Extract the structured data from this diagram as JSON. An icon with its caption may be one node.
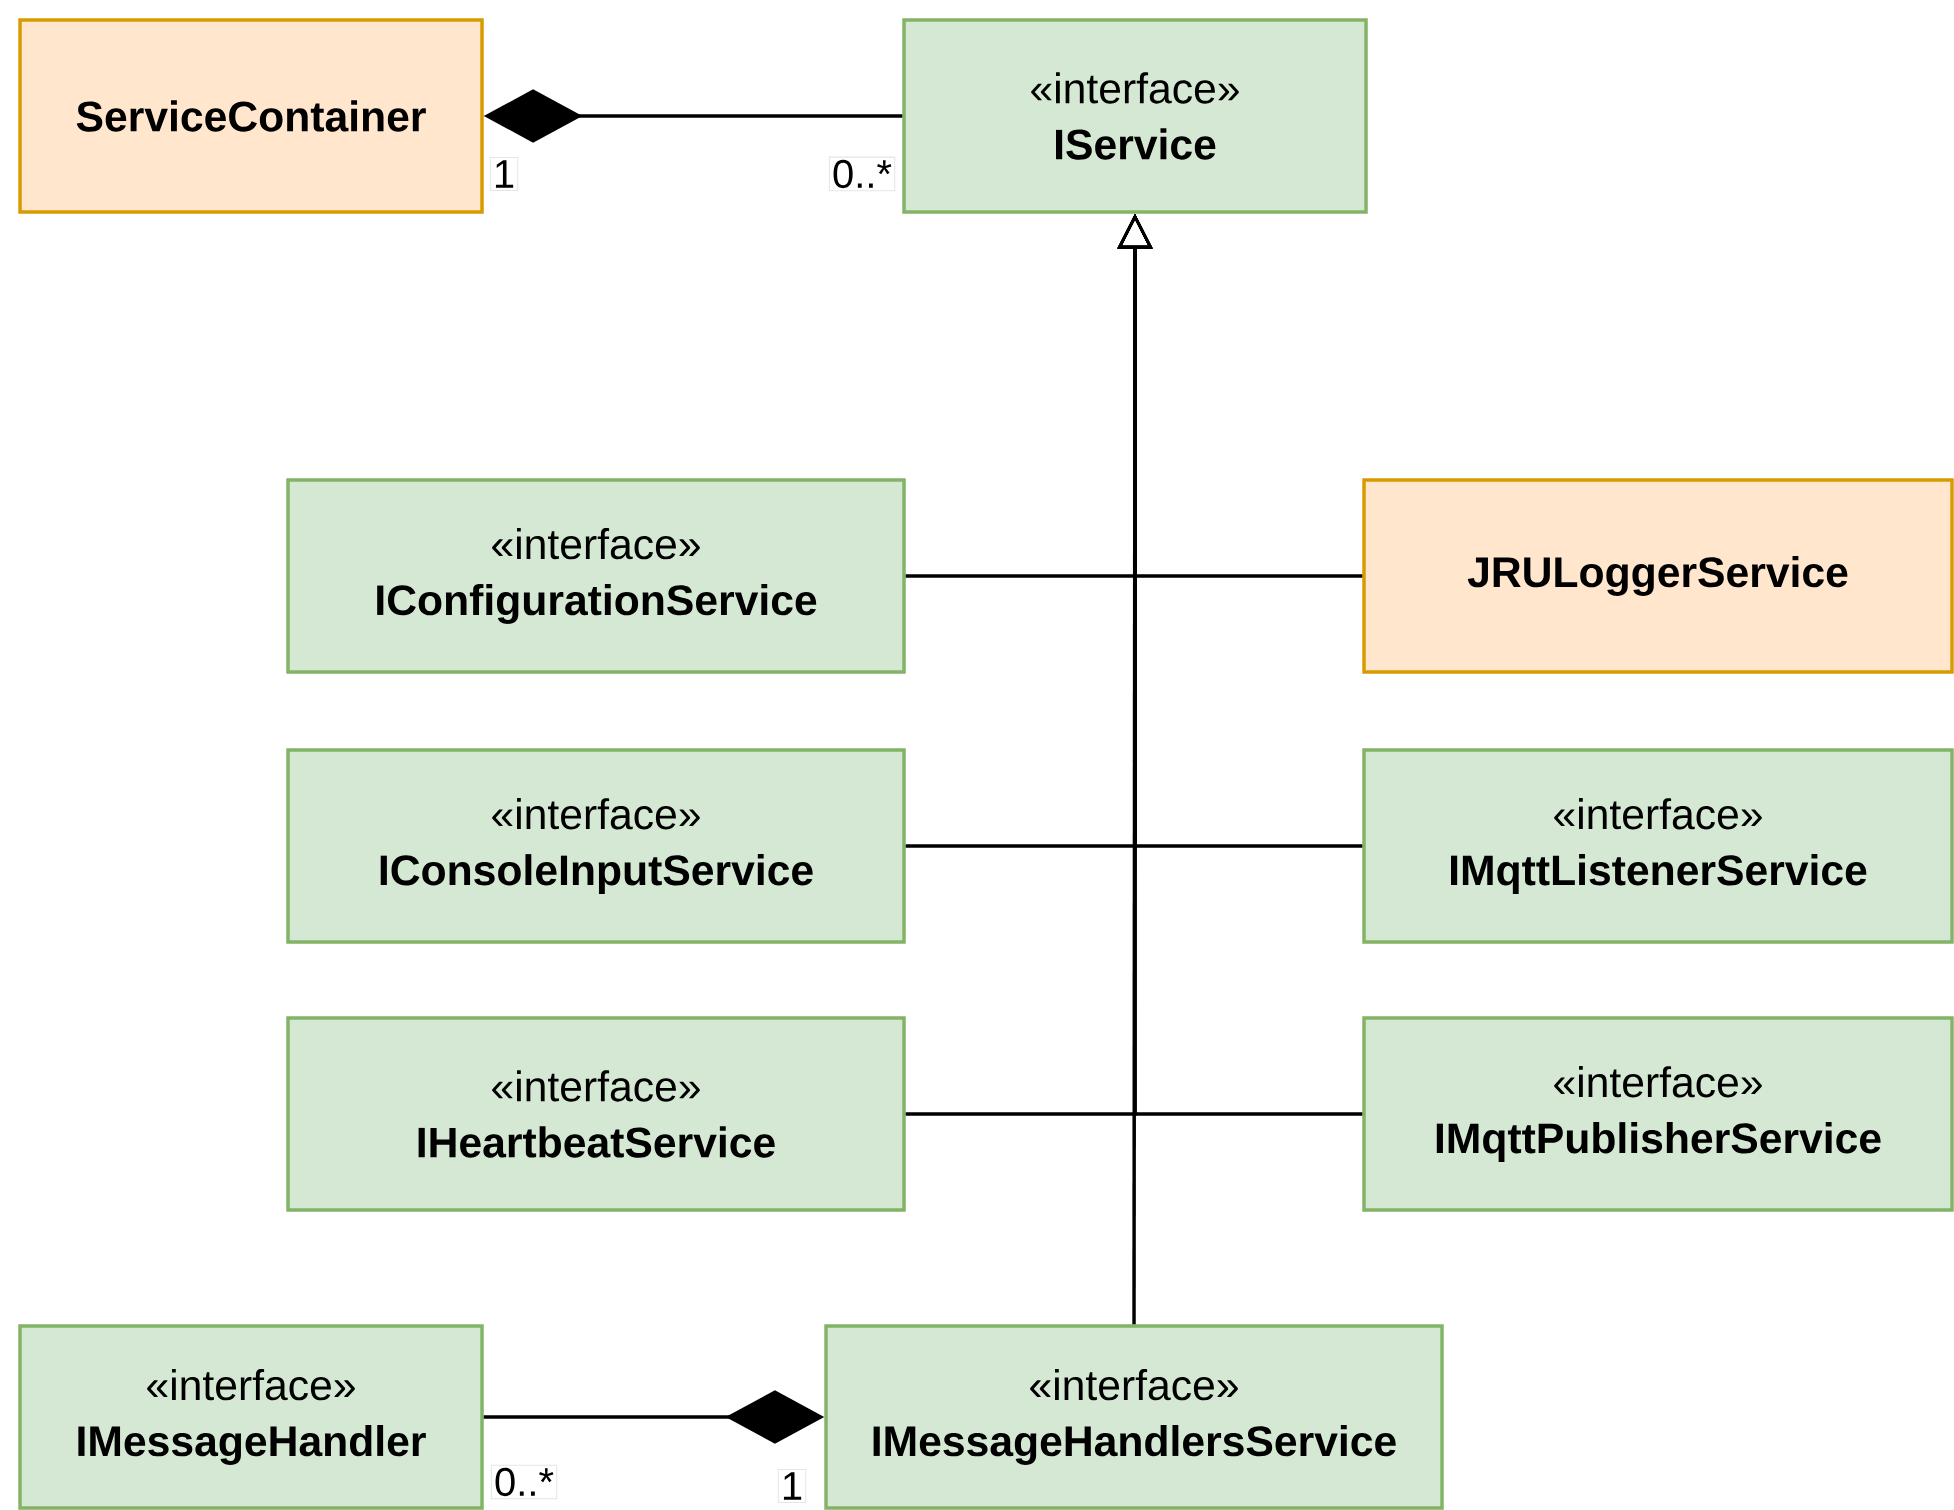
{
  "diagram": {
    "nodes": [
      {
        "text": [
          "ServiceContainer"
        ]
      },
      {
        "text": [
          "«interface»",
          "IService"
        ]
      },
      {
        "text": [
          "«interface»",
          "IConfigurationService"
        ]
      },
      {
        "text": [
          "JRULoggerService"
        ]
      },
      {
        "text": [
          "«interface»",
          "IConsoleInputService"
        ]
      },
      {
        "text": [
          "«interface»",
          "IMqttListenerService"
        ]
      },
      {
        "text": [
          "«interface»",
          "IHeartbeatService"
        ]
      },
      {
        "text": [
          "«interface»",
          "IMqttPublisherService"
        ]
      },
      {
        "text": [
          "«interface»",
          "IMessageHandler"
        ]
      },
      {
        "text": [
          "«interface»",
          "IMessageHandlersService"
        ]
      }
    ],
    "edges": [
      {
        "from": 0,
        "to": 1,
        "arrow": "other"
      },
      {
        "from": 2,
        "to": 1,
        "arrow": "to"
      },
      {
        "from": 3,
        "to": 1,
        "arrow": "to"
      },
      {
        "from": 4,
        "to": 1,
        "arrow": "to"
      },
      {
        "from": 5,
        "to": 1,
        "arrow": "to"
      },
      {
        "from": 6,
        "to": 1,
        "arrow": "to"
      },
      {
        "from": 7,
        "to": 1,
        "arrow": "to"
      },
      {
        "from": 9,
        "to": 1,
        "arrow": "to"
      },
      {
        "from": 9,
        "to": 8,
        "arrow": "other"
      }
    ],
    "labels": [
      "1",
      "0..*",
      "0..*",
      "1"
    ]
  }
}
